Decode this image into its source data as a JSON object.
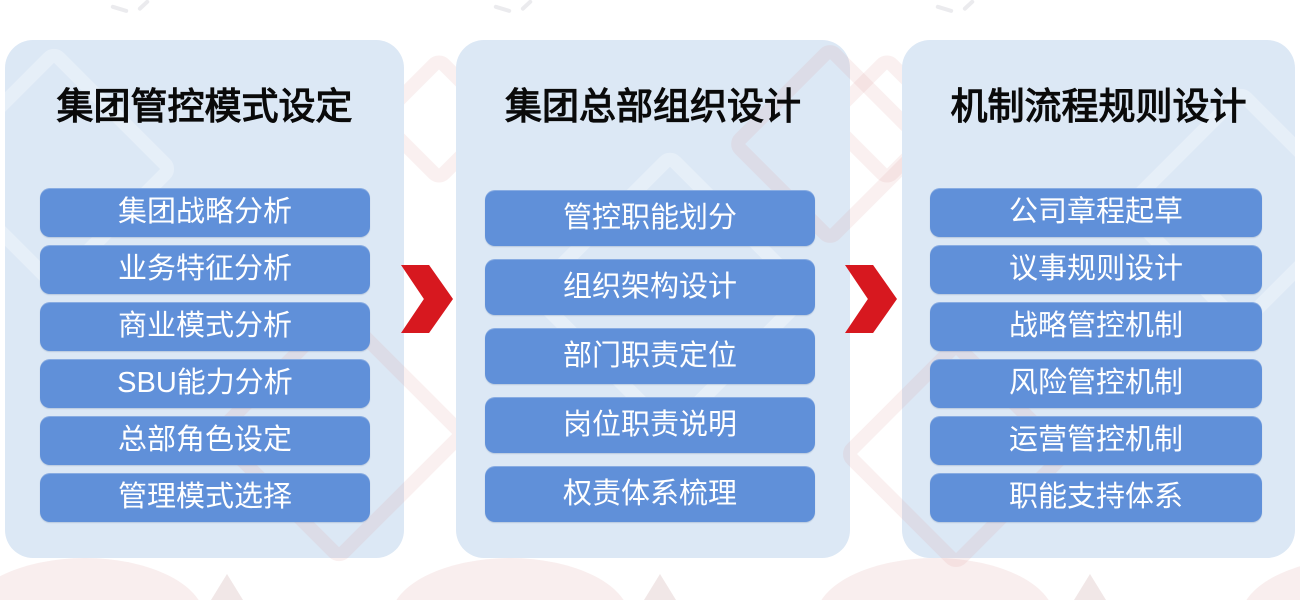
{
  "colors": {
    "panel_bg": "#dce8f5",
    "item_bg": "#6090d9",
    "item_text": "#ffffff",
    "title_text": "#0a0a0a",
    "arrow_red": "#d7181f"
  },
  "columns": [
    {
      "title": "集团管控模式设定",
      "items": [
        "集团战略分析",
        "业务特征分析",
        "商业模式分析",
        "SBU能力分析",
        "总部角色设定",
        "管理模式选择"
      ]
    },
    {
      "title": "集团总部组织设计",
      "items": [
        "管控职能划分",
        "组织架构设计",
        "部门职责定位",
        "岗位职责说明",
        "权责体系梳理"
      ]
    },
    {
      "title": "机制流程规则设计",
      "items": [
        "公司章程起草",
        "议事规则设计",
        "战略管控机制",
        "风险管控机制",
        "运营管控机制",
        "职能支持体系"
      ]
    }
  ],
  "arrows": [
    {
      "name": "arrow-1",
      "direction": "right"
    },
    {
      "name": "arrow-2",
      "direction": "right"
    }
  ]
}
